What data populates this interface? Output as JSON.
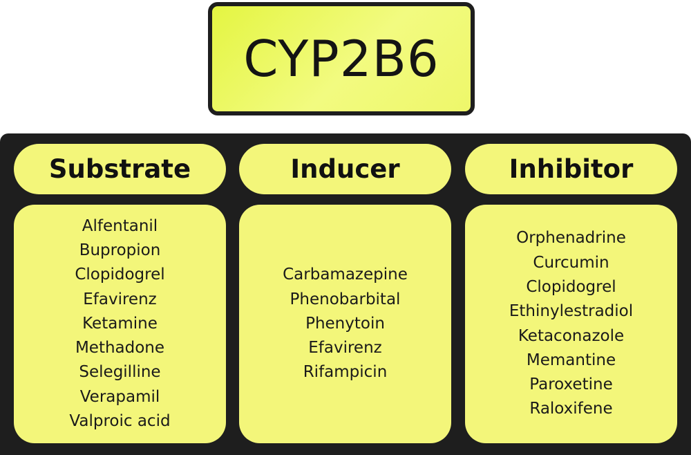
{
  "title": "CYP2B6",
  "colors": {
    "panel": "#1e1e1e",
    "card": "#f3f67a",
    "title_box": "#eef76a"
  },
  "columns": [
    {
      "header": "Substrate",
      "items": [
        "Alfentanil",
        "Bupropion",
        "Clopidogrel",
        "Efavirenz",
        "Ketamine",
        "Methadone",
        "Selegilline",
        "Verapamil",
        "Valproic acid"
      ]
    },
    {
      "header": "Inducer",
      "items": [
        "Carbamazepine",
        "Phenobarbital",
        "Phenytoin",
        "Efavirenz",
        "Rifampicin"
      ]
    },
    {
      "header": "Inhibitor",
      "items": [
        "Orphenadrine",
        "Curcumin",
        "Clopidogrel",
        "Ethinylestradiol",
        "Ketaconazole",
        "Memantine",
        "Paroxetine",
        "Raloxifene"
      ]
    }
  ]
}
